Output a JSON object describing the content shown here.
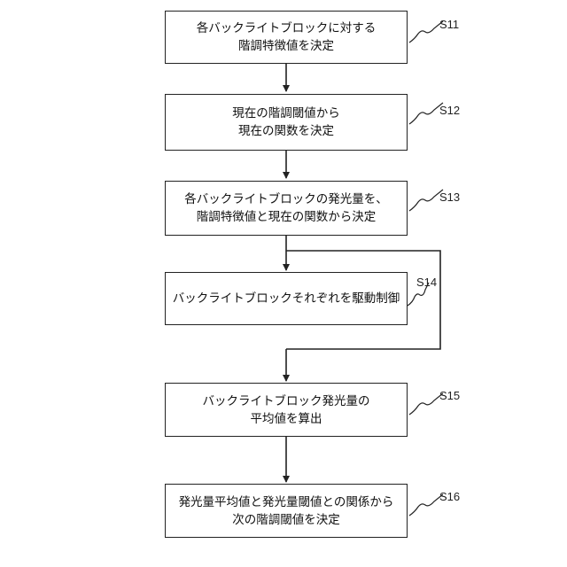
{
  "steps": [
    {
      "id": "S11",
      "lines": [
        "各バックライトブロックに対する",
        "階調特徴値を決定"
      ]
    },
    {
      "id": "S12",
      "lines": [
        "現在の階調閾値から",
        "現在の関数を決定"
      ]
    },
    {
      "id": "S13",
      "lines": [
        "各バックライトブロックの発光量を、",
        "階調特徴値と現在の関数から決定"
      ]
    },
    {
      "id": "S14",
      "lines": [
        "バックライトブロックそれぞれを駆動制御"
      ]
    },
    {
      "id": "S15",
      "lines": [
        "バックライトブロック発光量の",
        "平均値を算出"
      ]
    },
    {
      "id": "S16",
      "lines": [
        "発光量平均値と発光量閾値との関係から",
        "次の階調閾値を決定"
      ]
    }
  ]
}
